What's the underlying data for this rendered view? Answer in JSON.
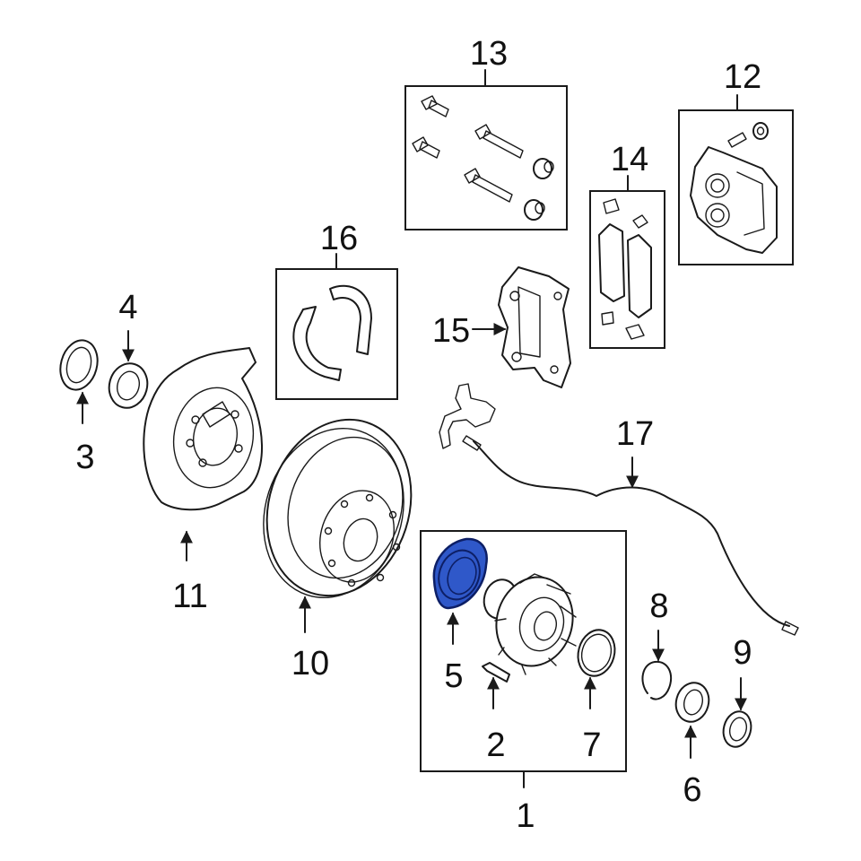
{
  "diagram": {
    "labels": {
      "p1": "1",
      "p2": "2",
      "p3": "3",
      "p4": "4",
      "p5": "5",
      "p6": "6",
      "p7": "7",
      "p8": "8",
      "p9": "9",
      "p10": "10",
      "p11": "11",
      "p12": "12",
      "p13": "13",
      "p14": "14",
      "p15": "15",
      "p16": "16",
      "p17": "17"
    },
    "highlighted_part": "5",
    "colors": {
      "line": "#1a1a1a",
      "highlight_fill": "#2f58c9",
      "highlight_stroke": "#0d1f66",
      "background": "#ffffff"
    }
  }
}
